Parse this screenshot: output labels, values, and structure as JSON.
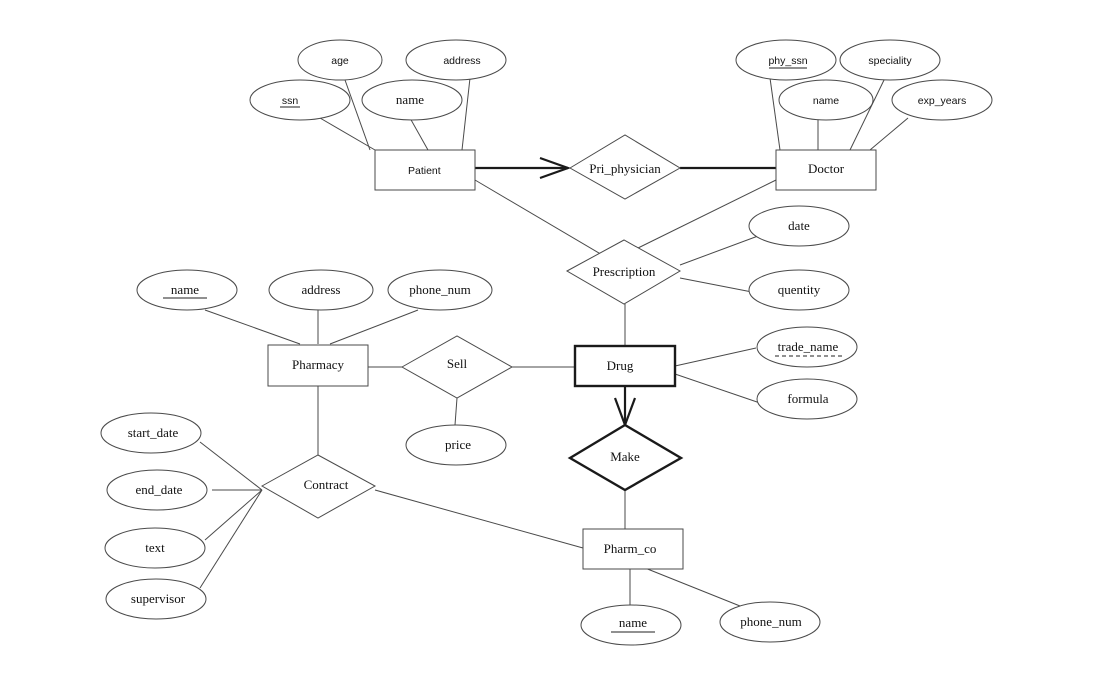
{
  "entities": {
    "patient": "Patient",
    "doctor": "Doctor",
    "pharmacy": "Pharmacy",
    "drug": "Drug",
    "pharm_co": "Pharm_co"
  },
  "relationships": {
    "pri_physician": "Pri_physician",
    "prescription": "Prescription",
    "sell": "Sell",
    "make": "Make",
    "contract": "Contract"
  },
  "attributes": {
    "patient": {
      "age": "age",
      "address": "address",
      "ssn": "ssn",
      "name": "name"
    },
    "doctor": {
      "phy_ssn": "phy_ssn",
      "speciality": "speciality",
      "name": "name",
      "exp_years": "exp_years"
    },
    "prescription": {
      "date": "date",
      "quantity": "quentity"
    },
    "pharmacy": {
      "name": "name",
      "address": "address",
      "phone_num": "phone_num"
    },
    "drug": {
      "trade_name": "trade_name",
      "formula": "formula"
    },
    "sell": {
      "price": "price"
    },
    "contract": {
      "start_date": "start_date",
      "end_date": "end_date",
      "text": "text",
      "supervisor": "supervisor"
    },
    "pharm_co": {
      "name": "name",
      "phone_num": "phone_num"
    }
  },
  "colors": {
    "line": "#4a4a4a",
    "bold_line": "#1a1a1a",
    "background": "#ffffff"
  }
}
